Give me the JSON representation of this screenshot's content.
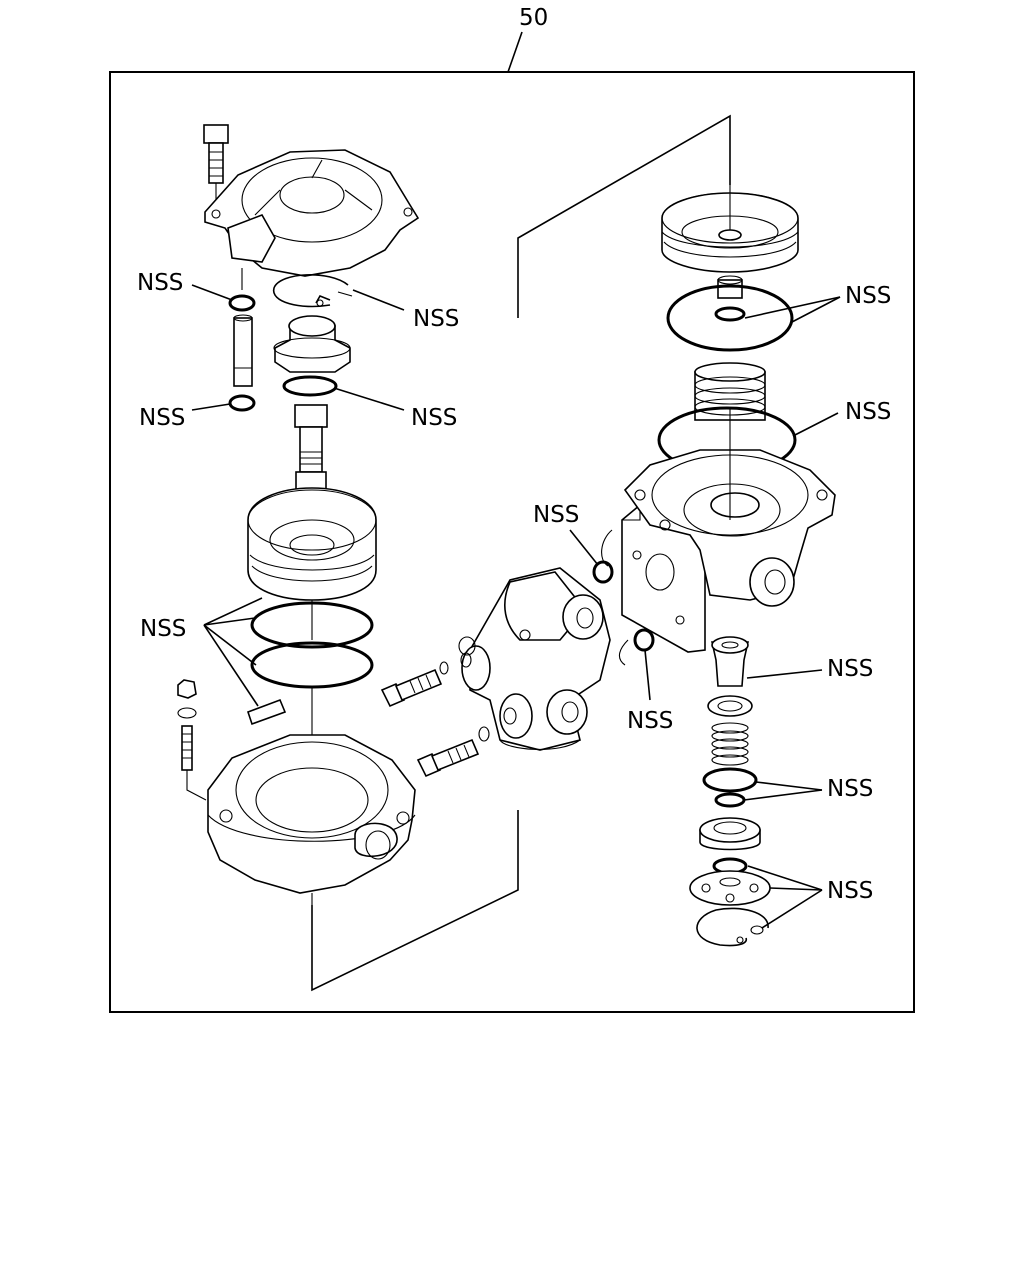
{
  "diagram": {
    "ref_number": "50",
    "callouts": [
      "NSS",
      "NSS",
      "NSS",
      "NSS",
      "NSS",
      "NSS",
      "NSS",
      "NSS",
      "NSS",
      "NSS",
      "NSS",
      "NSS"
    ]
  },
  "colors": {
    "line": "#000000",
    "background": "#ffffff"
  }
}
